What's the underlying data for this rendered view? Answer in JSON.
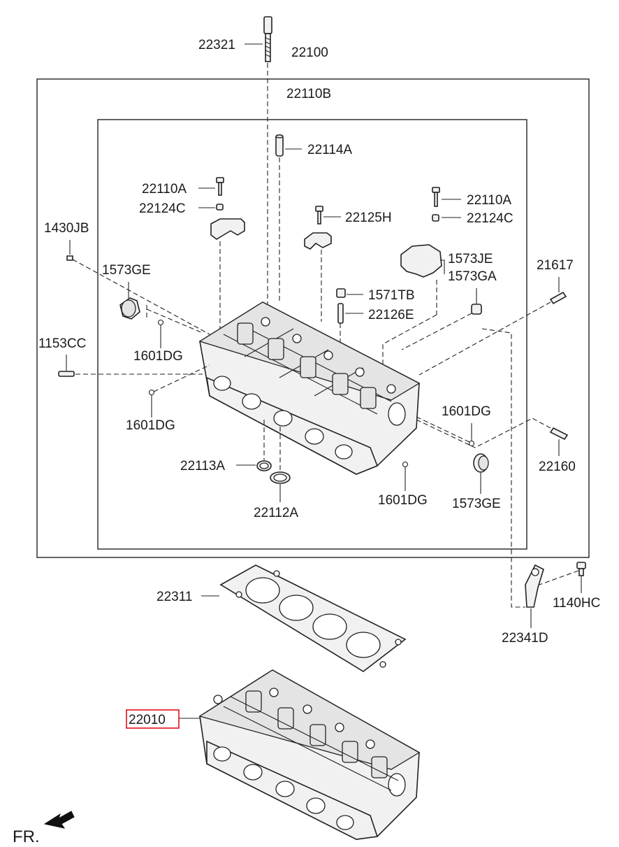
{
  "labels": {
    "p22321": "22321",
    "p22100": "22100",
    "p22110B": "22110B",
    "p22114A": "22114A",
    "p22110A_l": "22110A",
    "p22124C_l": "22124C",
    "p22110A_r": "22110A",
    "p22124C_r": "22124C",
    "p22125H": "22125H",
    "p1430JB": "1430JB",
    "p1573JE": "1573JE",
    "p1573GA": "1573GA",
    "p21617": "21617",
    "p1573GE_t": "1573GE",
    "p1571TB": "1571TB",
    "p22126E": "22126E",
    "p1153CC": "1153CC",
    "p1601DG_a": "1601DG",
    "p1601DG_b": "1601DG",
    "p1601DG_c": "1601DG",
    "p1601DG_d": "1601DG",
    "p22160": "22160",
    "p22113A": "22113A",
    "p22112A": "22112A",
    "p1573GE_b": "1573GE",
    "p22311": "22311",
    "p1140HC": "1140HC",
    "p22341D": "22341D",
    "p22010": "22010",
    "fr": "FR."
  },
  "highlight_color": "#e0101a",
  "line_color": "#222222"
}
